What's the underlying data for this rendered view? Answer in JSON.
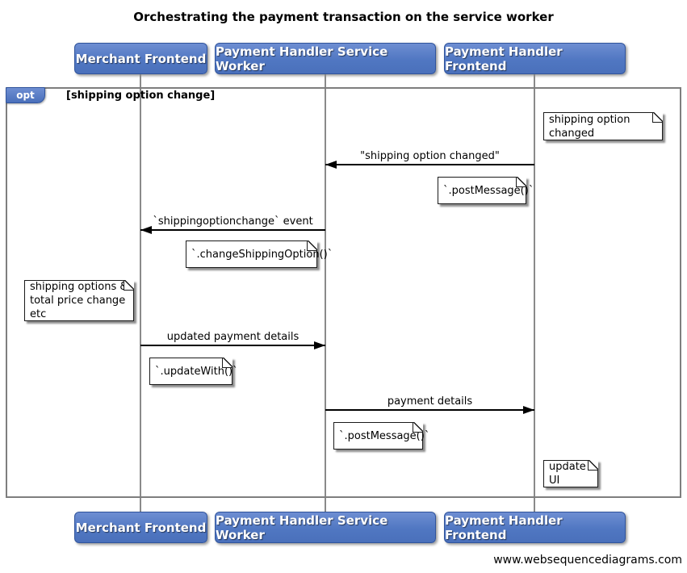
{
  "title": "Orchestrating the payment transaction on the service worker",
  "footer": "www.websequencediagrams.com",
  "colors": {
    "actor_fill_top": "#6e8ed2",
    "actor_fill_bottom": "#4a70bb",
    "actor_border": "#30549c",
    "frame_border": "#7e7e7e",
    "lifeline": "#8a8a8a",
    "note_background": "#ffffff",
    "arrow": "#000000"
  },
  "actors": [
    {
      "label": "Merchant Frontend"
    },
    {
      "label": "Payment Handler Service Worker"
    },
    {
      "label": "Payment Handler Frontend"
    }
  ],
  "fragment": {
    "operator": "opt",
    "guard": "[shipping option change]"
  },
  "notes": [
    {
      "text": "shipping option changed",
      "position": "right of Payment Handler Frontend"
    },
    {
      "text": "`.postMessage()`",
      "position": "left of Payment Handler Frontend"
    },
    {
      "text": "`.changeShippingOption()`",
      "position": "left of Payment Handler Service Worker"
    },
    {
      "text": "shipping options &\ntotal price change etc",
      "position": "left of Merchant Frontend"
    },
    {
      "text": "`.updateWith()`",
      "position": "right of Merchant Frontend"
    },
    {
      "text": "`.postMessage()`",
      "position": "right of Payment Handler Service Worker"
    },
    {
      "text": "update UI",
      "position": "right of Payment Handler Frontend"
    }
  ],
  "messages": [
    {
      "label": "\"shipping option changed\"",
      "from": "Payment Handler Frontend",
      "to": "Payment Handler Service Worker",
      "direction": "left"
    },
    {
      "label": "`shippingoptionchange` event",
      "from": "Payment Handler Service Worker",
      "to": "Merchant Frontend",
      "direction": "left"
    },
    {
      "label": "updated payment details",
      "from": "Merchant Frontend",
      "to": "Payment Handler Service Worker",
      "direction": "right"
    },
    {
      "label": "payment details",
      "from": "Payment Handler Service Worker",
      "to": "Payment Handler Frontend",
      "direction": "right"
    }
  ]
}
